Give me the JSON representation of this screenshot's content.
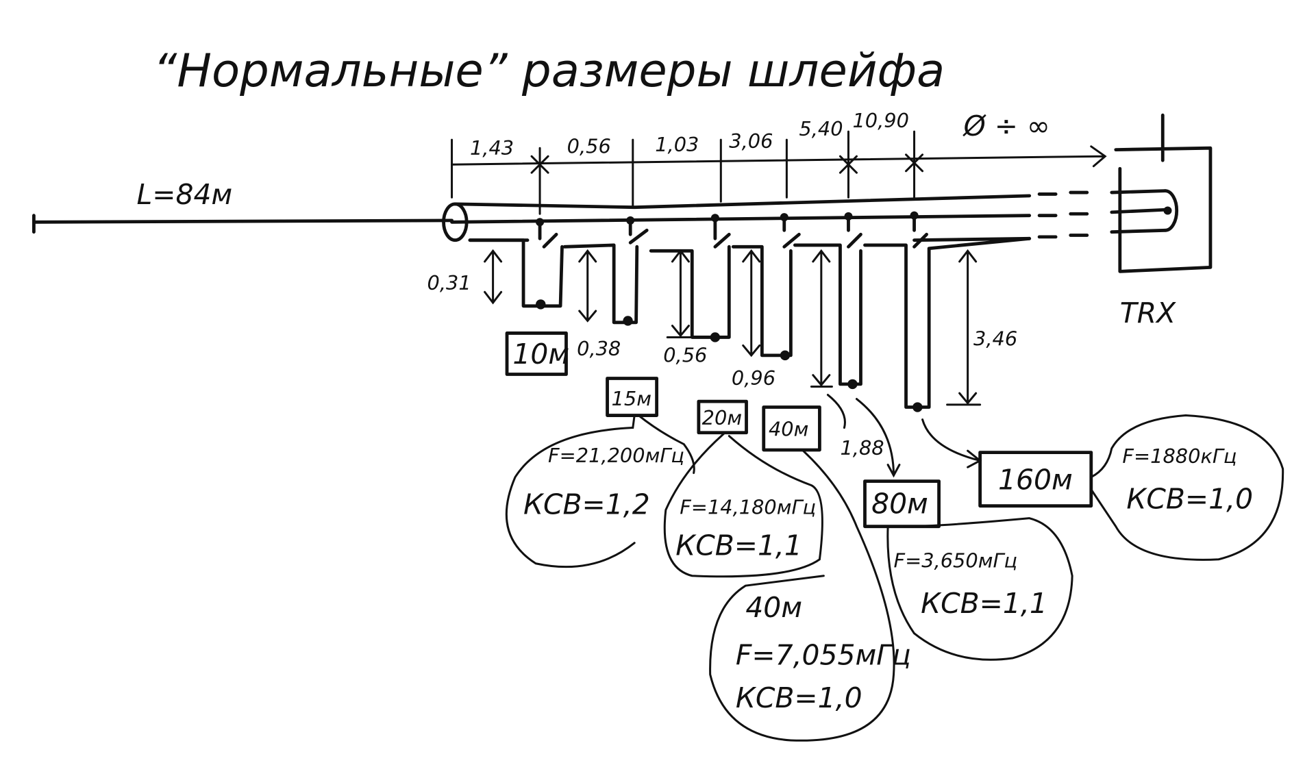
{
  "title": "“Нормальные” размеры шлейфа",
  "antenna_length": "L=84м",
  "segments": [
    "1,43",
    "0,56",
    "1,03",
    "3,06",
    "5,40",
    "10,90",
    "Ø ÷ ∞"
  ],
  "stub_lengths": {
    "m10": "0,31",
    "m15": "0,38",
    "m20": "0,56",
    "m40": "0,96",
    "m80": "1,88",
    "m160": "3,46"
  },
  "trx_label": "TRX",
  "bands": [
    {
      "label": "10м"
    },
    {
      "label": "15м",
      "freq": "F=21,200мГц",
      "swr": "КСВ=1,2"
    },
    {
      "label": "20м",
      "freq": "F=14,180мГц",
      "swr": "КСВ=1,1"
    },
    {
      "label": "40м",
      "bubble_title": "40м",
      "freq": "F=7,055мГц",
      "swr": "КСВ=1,0"
    },
    {
      "label": "80м",
      "freq": "F=3,650мГц",
      "swr": "КСВ=1,1"
    },
    {
      "label": "160м",
      "freq": "F=1880кГц",
      "swr": "КСВ=1,0"
    }
  ]
}
